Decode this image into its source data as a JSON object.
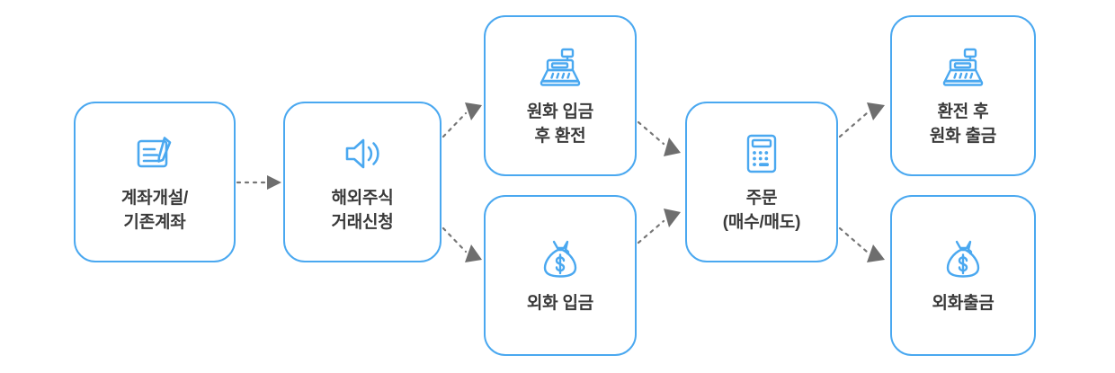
{
  "diagram": {
    "title_text": "",
    "colors": {
      "node_border": "#4aa8f0",
      "icon": "#4aa8f0",
      "label_text": "#3a3a3a",
      "connector": "#6e6e6e",
      "background": "#ffffff"
    },
    "nodes": [
      {
        "id": "account",
        "icon": "document-pen-icon",
        "label": "계좌개설/\n기존계좌"
      },
      {
        "id": "apply",
        "icon": "speaker-announce-icon",
        "label": "해외주식\n거래신청"
      },
      {
        "id": "krw-deposit",
        "icon": "cash-register-icon",
        "label": "원화 입금\n후 환전"
      },
      {
        "id": "fx-deposit",
        "icon": "money-bag-dollar-icon",
        "label": "외화 입금"
      },
      {
        "id": "order",
        "icon": "calculator-icon",
        "label": "주문\n(매수/매도)"
      },
      {
        "id": "krw-withdraw",
        "icon": "cash-register-icon",
        "label": "환전 후\n원화 출금"
      },
      {
        "id": "fx-withdraw",
        "icon": "money-bag-dollar-icon",
        "label": "외화출금"
      }
    ],
    "connectors": [
      {
        "id": "account-to-apply",
        "from": "account",
        "to": "apply",
        "style": "dotted-arrow"
      },
      {
        "id": "apply-to-krw-deposit",
        "from": "apply",
        "to": "krw-deposit",
        "style": "dotted-arrow"
      },
      {
        "id": "apply-to-fx-deposit",
        "from": "apply",
        "to": "fx-deposit",
        "style": "dotted-arrow"
      },
      {
        "id": "krw-deposit-to-order",
        "from": "krw-deposit",
        "to": "order",
        "style": "dotted-arrow"
      },
      {
        "id": "fx-deposit-to-order",
        "from": "fx-deposit",
        "to": "order",
        "style": "dotted-arrow"
      },
      {
        "id": "order-to-krw-withdraw",
        "from": "order",
        "to": "krw-withdraw",
        "style": "dotted-arrow"
      },
      {
        "id": "order-to-fx-withdraw",
        "from": "order",
        "to": "fx-withdraw",
        "style": "dotted-arrow"
      }
    ]
  }
}
